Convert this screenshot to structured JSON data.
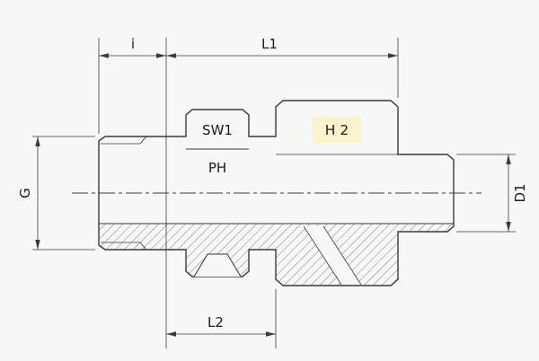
{
  "diagram": {
    "type": "technical-drawing-half-section",
    "colors": {
      "background": "#f7f7f8",
      "line": "#3a3a3a",
      "highlight": "#fbf3cd"
    },
    "labels": {
      "dim_i": "i",
      "dim_l1": "L1",
      "sw1": "SW1",
      "ph": "PH",
      "h2": "H 2",
      "dim_g": "G",
      "dim_d1": "D1",
      "dim_l2": "L2"
    }
  }
}
